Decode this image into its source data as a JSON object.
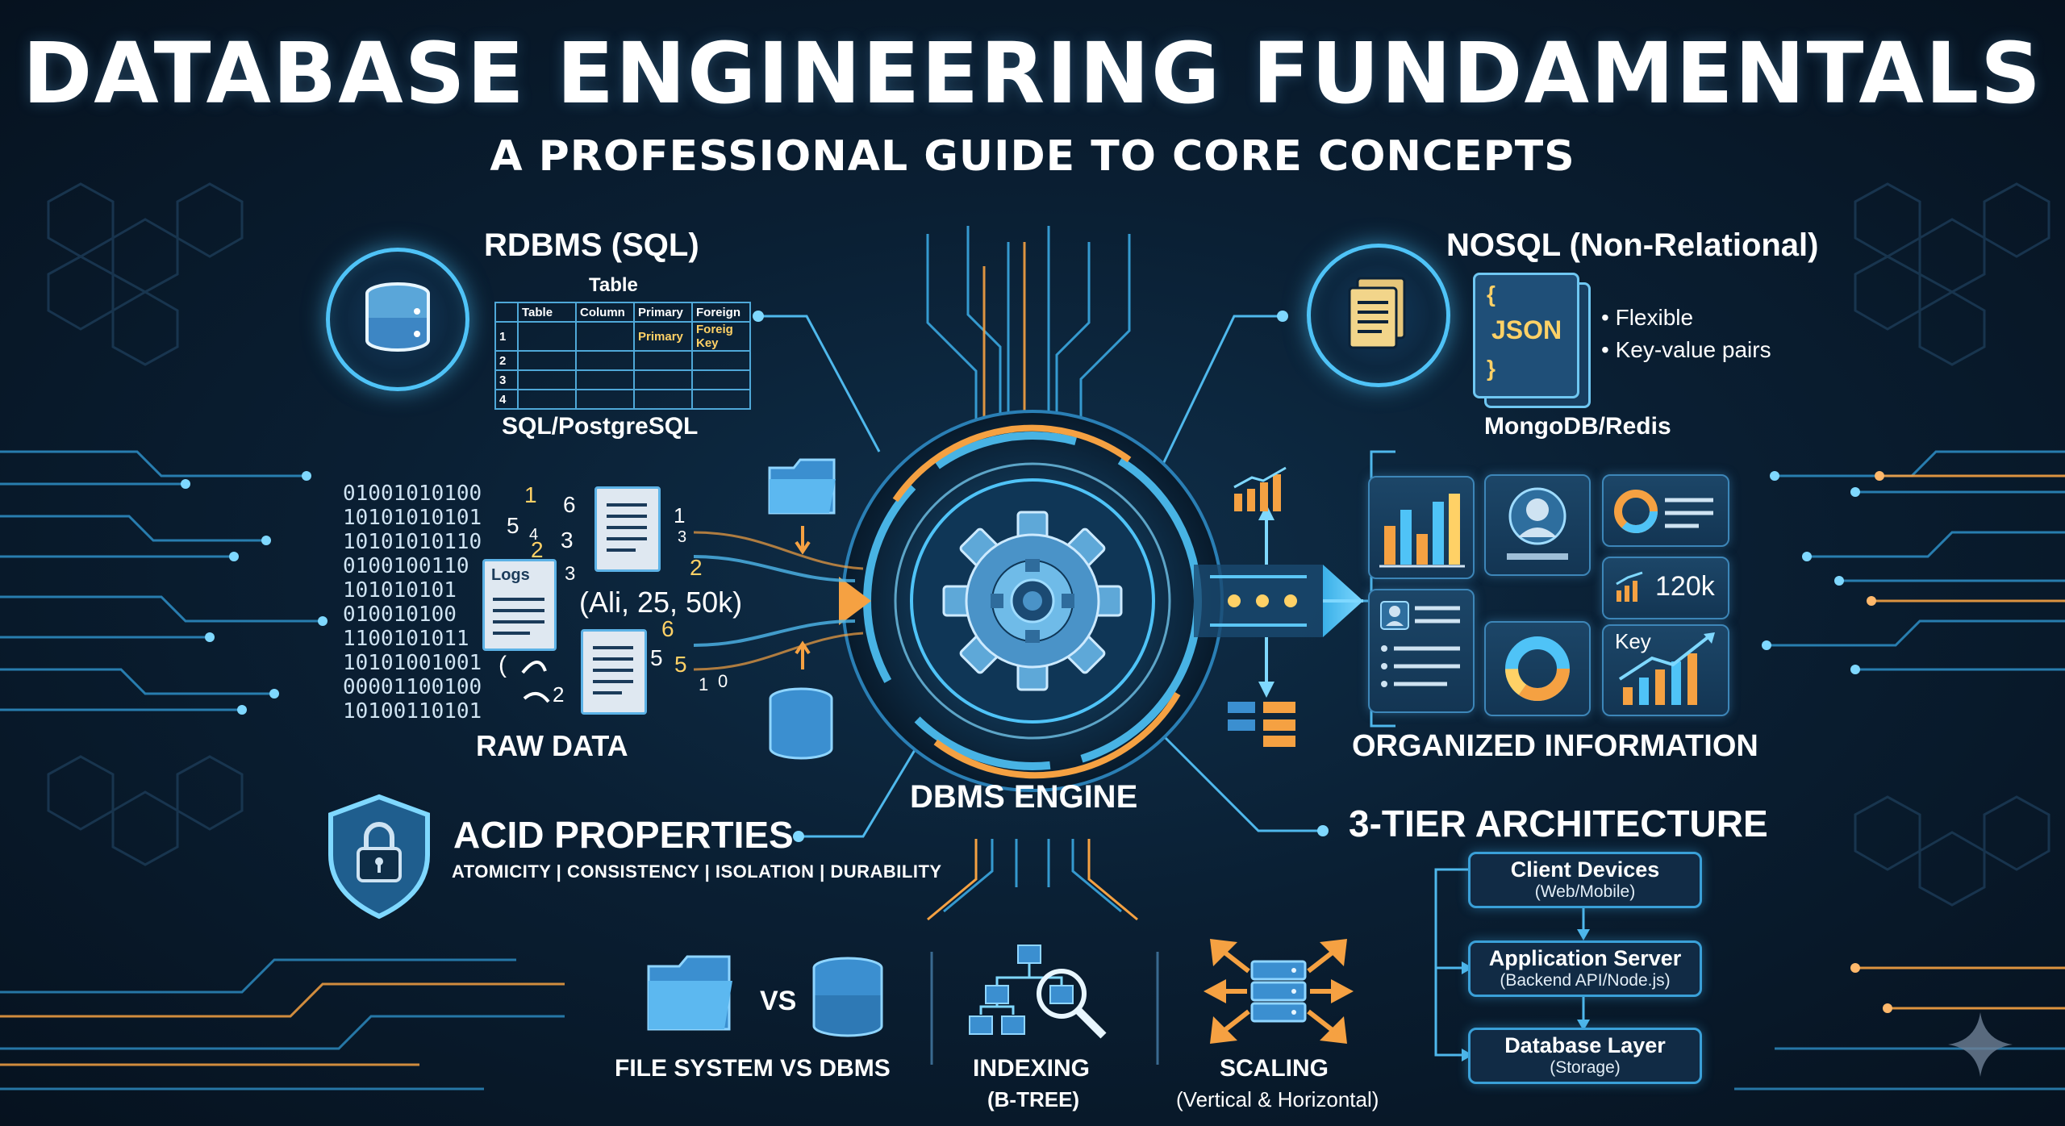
{
  "header": {
    "title": "DATABASE ENGINEERING FUNDAMENTALS",
    "subtitle": "A PROFESSIONAL GUIDE TO CORE CONCEPTS"
  },
  "rdbms": {
    "title": "RDBMS (SQL)",
    "table_caption": "Table",
    "table_headers": [
      "Table",
      "Column",
      "Primary",
      "Foreign"
    ],
    "table_row1": [
      "1",
      "",
      "",
      "Primary",
      "Foreig Key"
    ],
    "row_numbers": [
      "2",
      "3",
      "4"
    ],
    "caption": "SQL/PostgreSQL",
    "icon": "database-icon"
  },
  "nosql": {
    "title": "NOSQL (Non-Relational)",
    "doc_label": "JSON",
    "brace_open": "{",
    "brace_close": "}",
    "bullets": [
      "Flexible",
      "Key-value pairs"
    ],
    "caption": "MongoDB/Redis",
    "icon": "documents-icon"
  },
  "raw_data": {
    "binary_lines": [
      "01001010100",
      "10101010101",
      "10101010110",
      "0100100110",
      "101010101",
      "010010100",
      "1100101011",
      "10101001001",
      "00001100100",
      "10100110101"
    ],
    "digits": [
      "1",
      "2",
      "6",
      "5",
      "4",
      "3",
      "3",
      "1",
      "3",
      "2",
      "6",
      "5",
      "5",
      "2",
      "(",
      "1",
      "0"
    ],
    "logs_label": "Logs",
    "tuple": "(Ali, 25, 50k)",
    "label": "RAW DATA"
  },
  "engine": {
    "label": "DBMS ENGINE",
    "icon": "gear-icon"
  },
  "organized": {
    "label": "ORGANIZED INFORMATION",
    "metric": "120k",
    "key_label": "Key"
  },
  "acid": {
    "title": "ACID PROPERTIES",
    "subtitle": "ATOMICITY | CONSISTENCY | ISOLATION | DURABILITY",
    "icon": "shield-lock-icon"
  },
  "tiers": {
    "title": "3-TIER ARCHITECTURE",
    "items": [
      {
        "name": "Client Devices",
        "sub": "(Web/Mobile)"
      },
      {
        "name": "Application Server",
        "sub": "(Backend API/Node.js)"
      },
      {
        "name": "Database Layer",
        "sub": "(Storage)"
      }
    ]
  },
  "bottom": {
    "filesystem": {
      "label": "FILE SYSTEM VS DBMS",
      "vs": "VS"
    },
    "indexing": {
      "label": "INDEXING",
      "sub": "(B-TREE)"
    },
    "scaling": {
      "label": "SCALING",
      "sub": "(Vertical & Horizontal)"
    }
  },
  "colors": {
    "accent_cyan": "#4fc3f7",
    "accent_orange": "#f5a142",
    "background": "#0a1f33"
  }
}
